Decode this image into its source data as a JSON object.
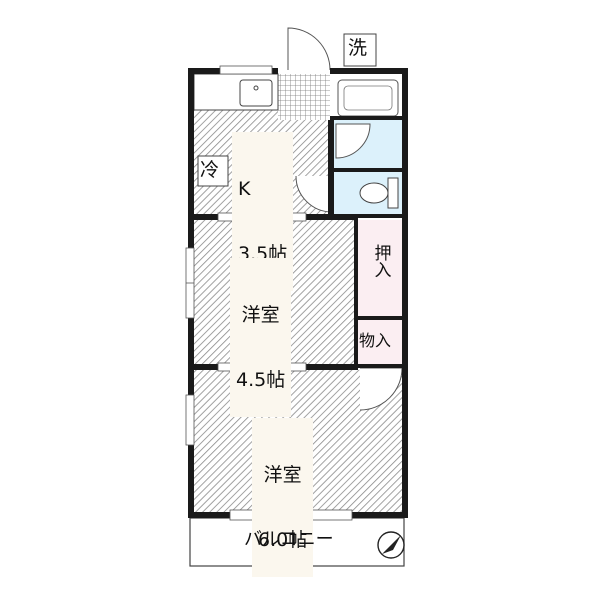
{
  "rooms": {
    "kitchen": {
      "name": "K",
      "size": "3.5帖"
    },
    "western_1": {
      "name": "洋室",
      "size": "4.5帖"
    },
    "western_2": {
      "name": "洋室",
      "size": "6.0帖"
    }
  },
  "fixtures": {
    "washer": "洗",
    "fridge": "冷",
    "closet": "押入",
    "storage": "物入"
  },
  "balcony": {
    "label": "バルコニー"
  }
}
